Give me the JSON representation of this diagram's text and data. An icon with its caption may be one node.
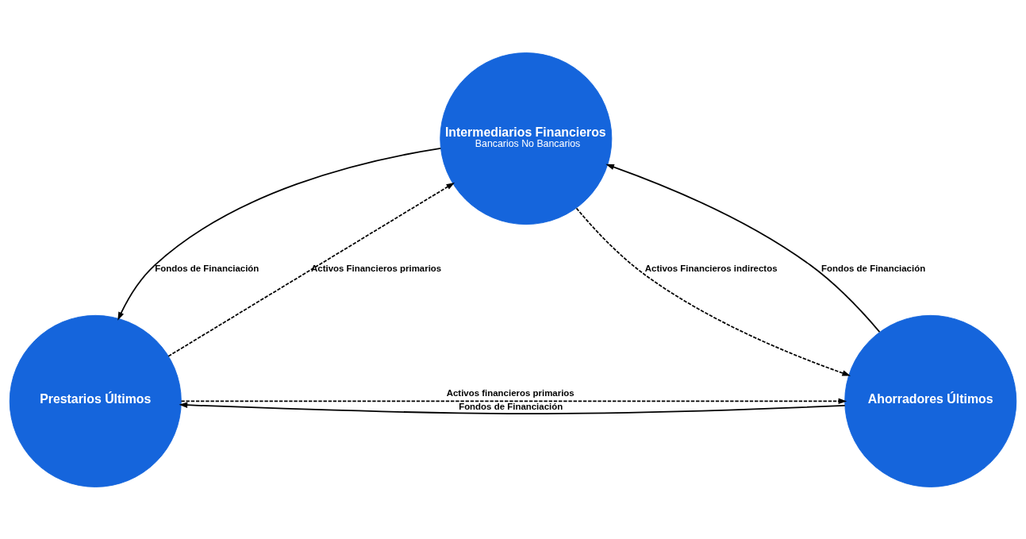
{
  "diagram": {
    "nodes": [
      {
        "text": [
          "Intermediarios Financieros",
          "Bancarios No Bancarios"
        ]
      },
      {
        "text": [
          "Prestarios Últimos"
        ]
      },
      {
        "text": [
          "Ahorradores Últimos"
        ]
      }
    ],
    "edges": [
      {
        "from": 0,
        "to": 1,
        "arrow": "to",
        "label": "Fondos de Financiación"
      },
      {
        "from": 2,
        "to": 0,
        "arrow": "to",
        "label": "Fondos de Financiación"
      },
      {
        "from": 1,
        "to": 0,
        "arrow": "to",
        "style": "dashed",
        "label": "Activos Financieros primarios"
      },
      {
        "from": 0,
        "to": 2,
        "arrow": "to",
        "style": "dashed",
        "label": "Activos Financieros indirectos"
      },
      {
        "from": 1,
        "to": 2,
        "arrow": "to",
        "style": "dashed",
        "label": "Activos financieros primarios"
      },
      {
        "from": 2,
        "to": 1,
        "arrow": "to",
        "label": "Fondos de Financiación"
      }
    ]
  }
}
